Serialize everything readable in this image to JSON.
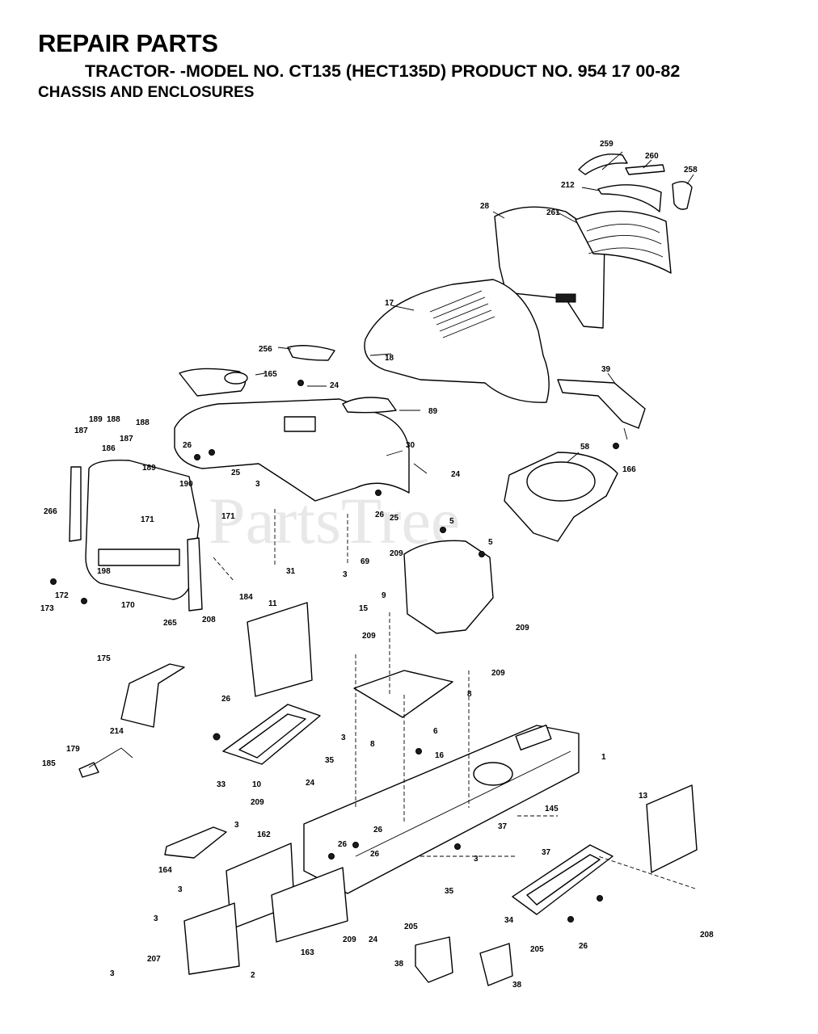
{
  "header": {
    "title": "REPAIR PARTS",
    "model_line": "TRACTOR- -MODEL NO. CT135 (HECT135D) PRODUCT NO. 954 17 00-82",
    "section": "CHASSIS AND ENCLOSURES"
  },
  "watermark": "PartsTree",
  "callouts": [
    "259",
    "260",
    "258",
    "212",
    "28",
    "261",
    "17",
    "18",
    "256",
    "165",
    "24",
    "89",
    "39",
    "166",
    "187",
    "189",
    "188",
    "188",
    "187",
    "186",
    "189",
    "26",
    "25",
    "30",
    "24",
    "58",
    "190",
    "3",
    "171",
    "266",
    "171",
    "25",
    "26",
    "5",
    "5",
    "69",
    "209",
    "31",
    "3",
    "198",
    "172",
    "173",
    "170",
    "265",
    "184",
    "9",
    "11",
    "15",
    "209",
    "208",
    "209",
    "209",
    "175",
    "6",
    "8",
    "8",
    "26",
    "3",
    "214",
    "35",
    "16",
    "1",
    "179",
    "185",
    "33",
    "10",
    "24",
    "209",
    "13",
    "145",
    "3",
    "162",
    "26",
    "26",
    "37",
    "37",
    "164",
    "3",
    "3",
    "35",
    "26",
    "3",
    "34",
    "205",
    "205",
    "24",
    "209",
    "207",
    "163",
    "26",
    "208",
    "3",
    "2",
    "38",
    "38"
  ],
  "colors": {
    "ink": "#000000",
    "paper": "#ffffff",
    "watermark": "#d6d6d6"
  }
}
